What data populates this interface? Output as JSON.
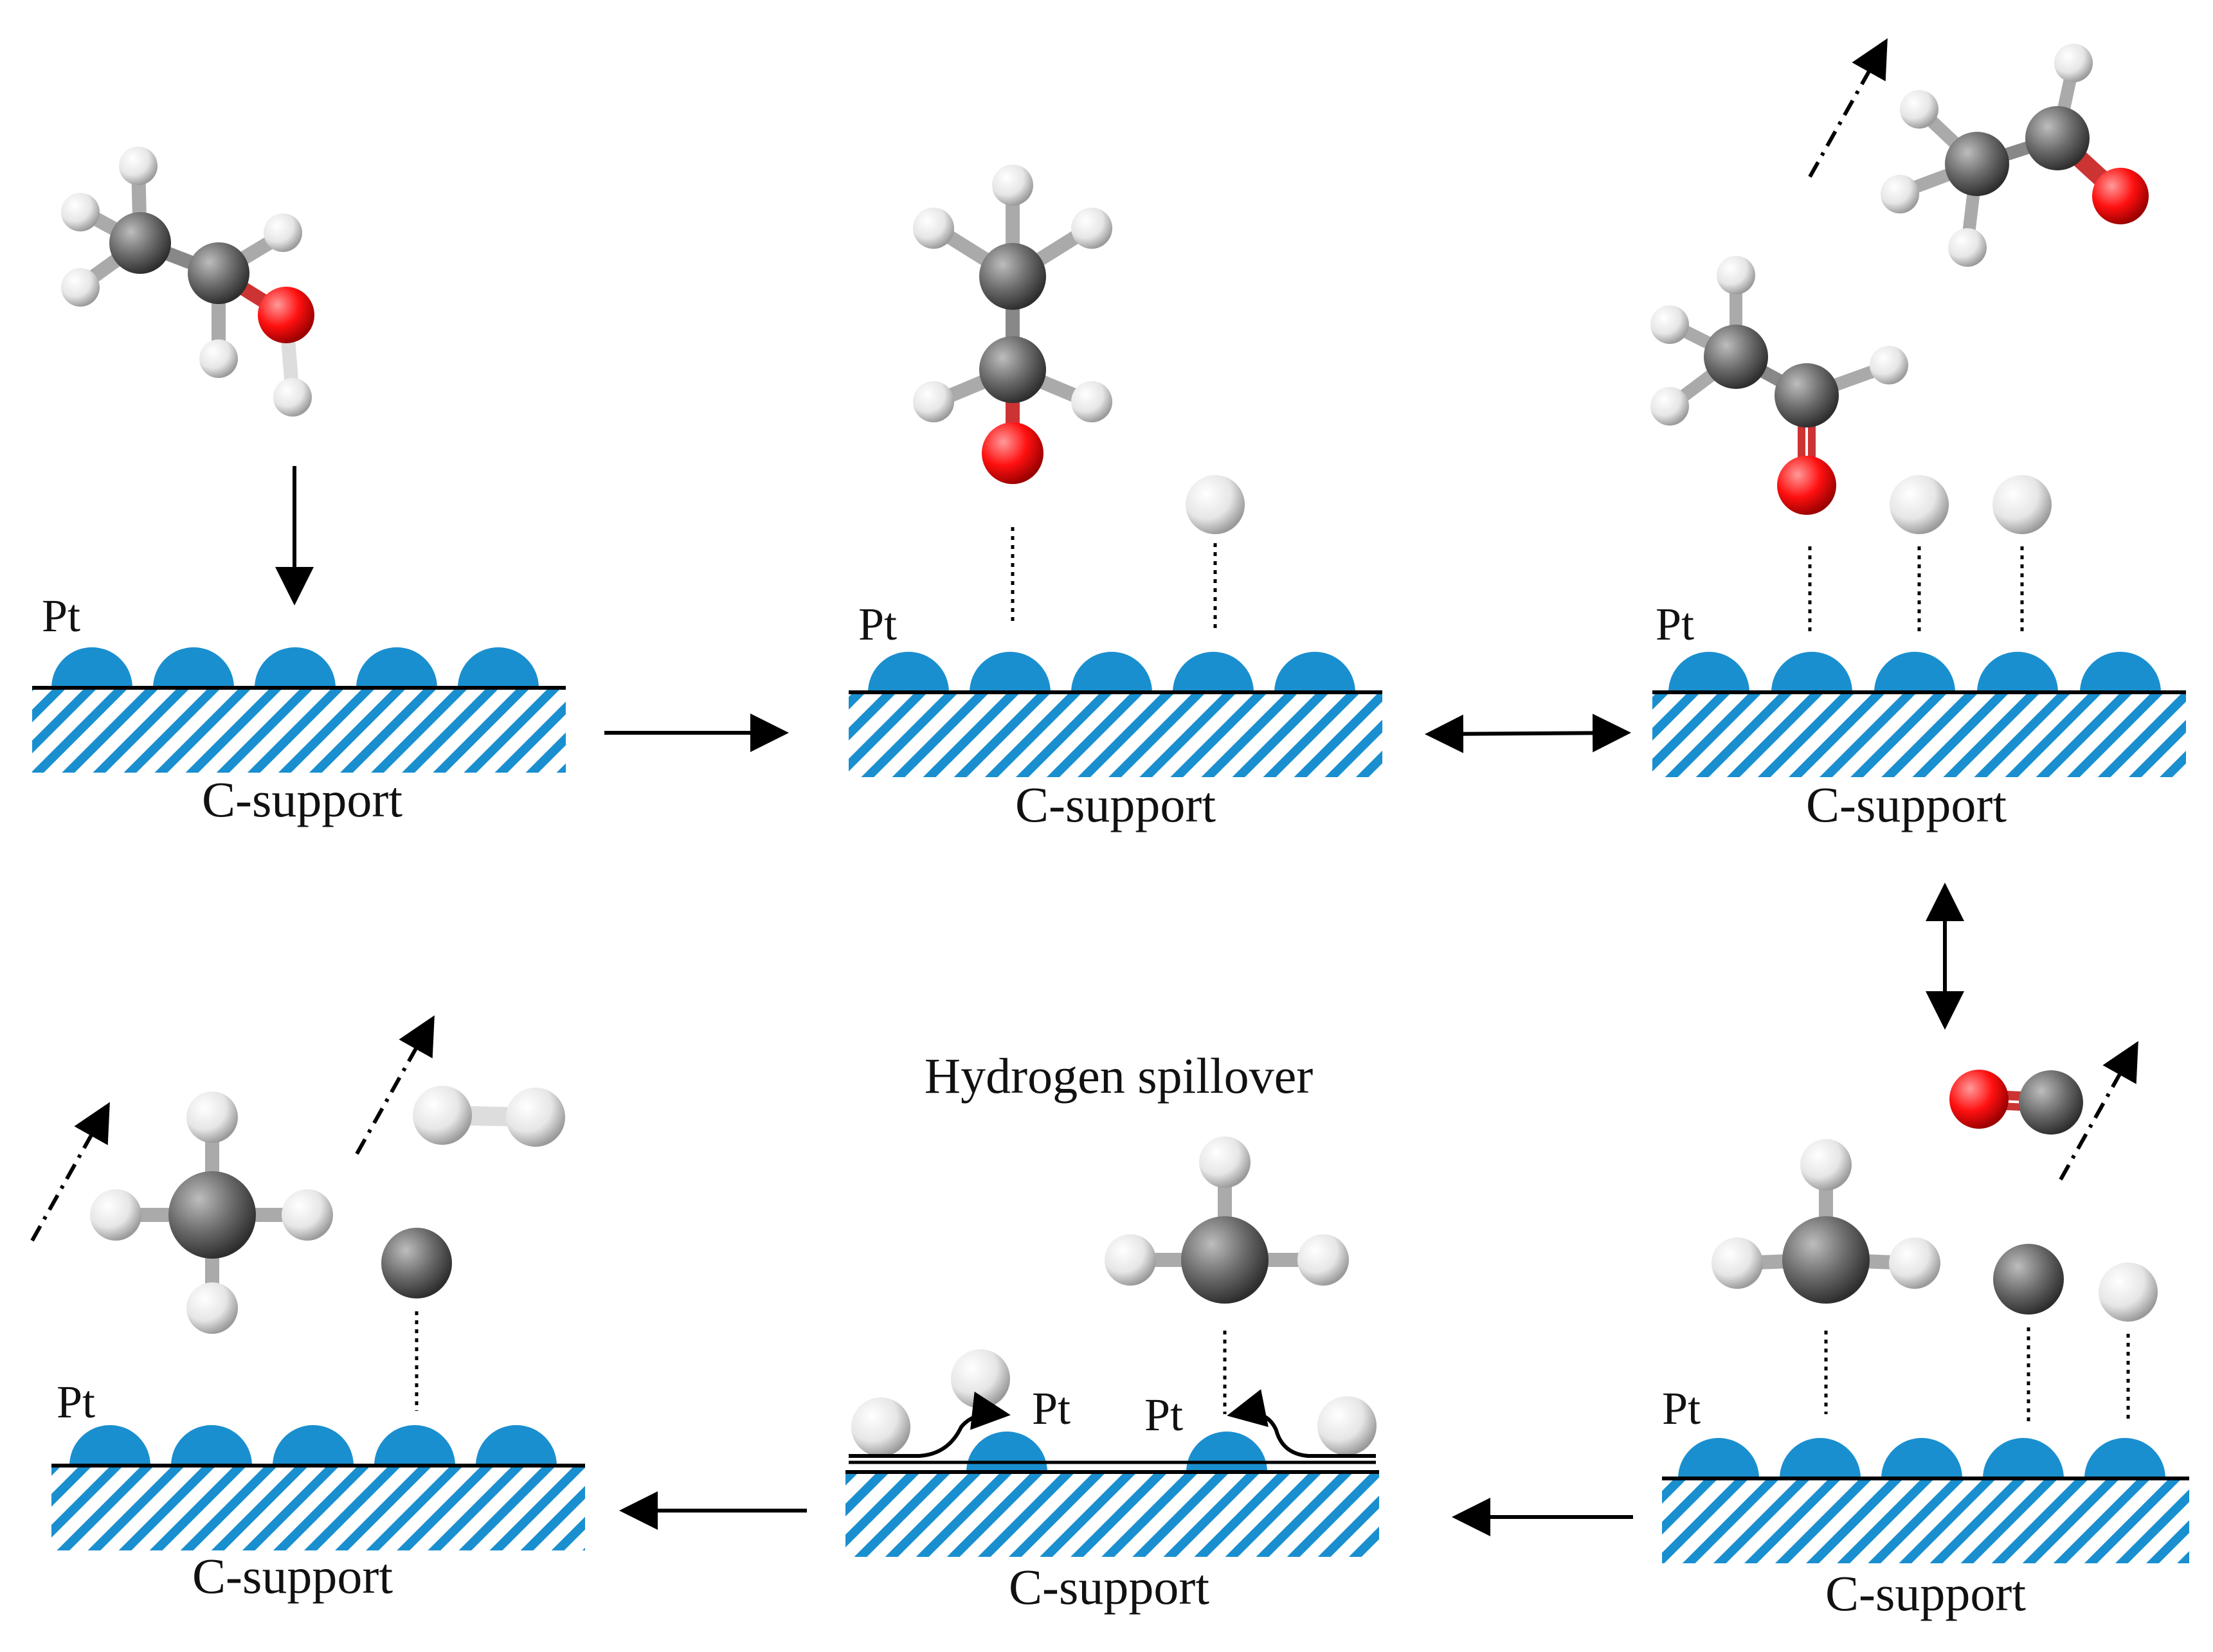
{
  "labels": {
    "support": "C-support",
    "metal": "Pt",
    "spillover": "Hydrogen spillover"
  },
  "colors": {
    "pt_particle": "#1a8fcf",
    "support_hatch": "#1a8fcf",
    "carbon": "#666666",
    "oxygen": "#ff0000",
    "hydrogen": "#e8e8e8",
    "arrow": "#000000"
  },
  "panels": [
    {
      "id": "ethanol-approach",
      "species": [
        "ethanol"
      ]
    },
    {
      "id": "ethoxy-adsorbed",
      "species": [
        "ethoxy",
        "H"
      ]
    },
    {
      "id": "acetaldehyde-adsorbed",
      "species": [
        "acetaldehyde",
        "H",
        "H",
        "acetaldehyde (desorbed)"
      ]
    },
    {
      "id": "c-c-cleavage",
      "species": [
        "CH3",
        "C",
        "H",
        "CO (desorbed)"
      ]
    },
    {
      "id": "hydrogen-spillover",
      "species": [
        "CH3",
        "H",
        "H",
        "H"
      ]
    },
    {
      "id": "methane-release",
      "species": [
        "CH4 (desorbed)",
        "H2 (desorbed)",
        "C"
      ]
    }
  ]
}
